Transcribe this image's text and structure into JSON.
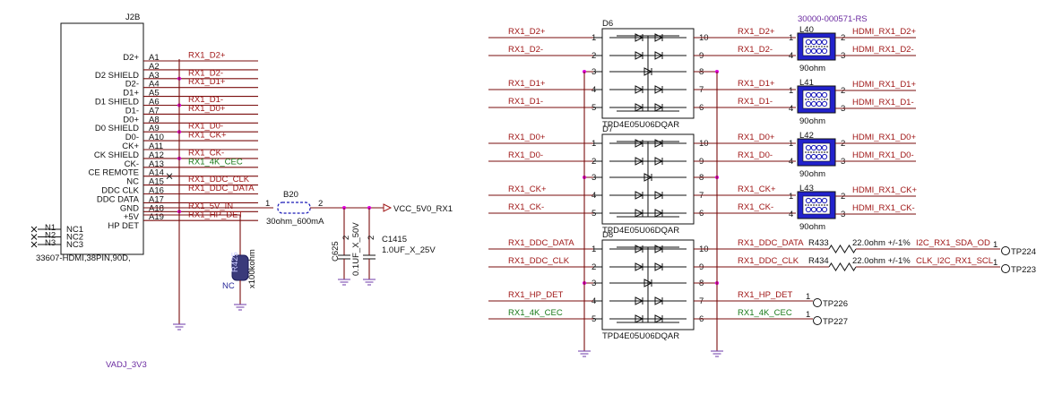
{
  "colors": {
    "wire": "#7a0d0d",
    "net_red": "#a01818",
    "net_green": "#1a7a1a",
    "junction": "#e000e0",
    "ground": "#7a4ab0",
    "ferrite": "#1a1ab8"
  },
  "connector": {
    "ref": "J2B",
    "part": "33607-HDMI,38PIN,90D,",
    "pins": [
      {
        "pin": "A1",
        "name": "D2+",
        "net": "RX1_D2+",
        "net_color": "red"
      },
      {
        "pin": "A2",
        "name": "",
        "net": "",
        "net_color": "red"
      },
      {
        "pin": "A3",
        "name": "D2 SHIELD",
        "net": "RX1_D2-",
        "net_color": "red"
      },
      {
        "pin": "A4",
        "name": "D2-",
        "net": "RX1_D1+",
        "net_color": "red"
      },
      {
        "pin": "A5",
        "name": "D1+",
        "net": "",
        "net_color": "red"
      },
      {
        "pin": "A6",
        "name": "D1 SHIELD",
        "net": "RX1_D1-",
        "net_color": "red"
      },
      {
        "pin": "A7",
        "name": "D1-",
        "net": "RX1_D0+",
        "net_color": "red"
      },
      {
        "pin": "A8",
        "name": "D0+",
        "net": "",
        "net_color": "red"
      },
      {
        "pin": "A9",
        "name": "D0 SHIELD",
        "net": "RX1_D0-",
        "net_color": "red"
      },
      {
        "pin": "A10",
        "name": "D0-",
        "net": "RX1_CK+",
        "net_color": "red"
      },
      {
        "pin": "A11",
        "name": "CK+",
        "net": "",
        "net_color": "red"
      },
      {
        "pin": "A12",
        "name": "CK SHIELD",
        "net": "RX1_CK-",
        "net_color": "red"
      },
      {
        "pin": "A13",
        "name": "CK-",
        "net": "RX1_4K_CEC",
        "net_color": "green"
      },
      {
        "pin": "A14",
        "name": "CE REMOTE",
        "net": "",
        "net_color": "red"
      },
      {
        "pin": "A15",
        "name": "NC",
        "net": "RX1_DDC_CLK",
        "net_color": "red"
      },
      {
        "pin": "A16",
        "name": "DDC CLK",
        "net": "RX1_DDC_DATA",
        "net_color": "red"
      },
      {
        "pin": "A17",
        "name": "DDC DATA",
        "net": "",
        "net_color": "red"
      },
      {
        "pin": "A18",
        "name": "GND",
        "net": "RX1_5V_IN",
        "net_color": "red"
      },
      {
        "pin": "A19",
        "name": "+5V",
        "net": "RX1_HP_DET",
        "net_color": "red"
      },
      {
        "pin": "",
        "name": "HP DET",
        "net": "",
        "net_color": "red"
      }
    ],
    "nc_pins": [
      {
        "pin": "N1",
        "name": "NC1"
      },
      {
        "pin": "N2",
        "name": "NC2"
      },
      {
        "pin": "N3",
        "name": "NC3"
      }
    ]
  },
  "ferrite_bead": {
    "ref": "B20",
    "value": "30ohm_600mA",
    "pin1": "1",
    "pin2": "2",
    "out_net": "VCC_5V0_RX1"
  },
  "caps": [
    {
      "ref": "C625",
      "value": "0.1UF_X_50V",
      "pin": "2"
    },
    {
      "ref": "C1415",
      "value": "1.0UF_X_25V",
      "pin": "2"
    }
  ],
  "nc_part": {
    "ref": "R425",
    "value": "x100kohm",
    "label": "NC"
  },
  "power_label": "VADJ_3V3",
  "tvs_pins": {
    "left": [
      "1",
      "2",
      "3",
      "4",
      "5"
    ],
    "right": [
      "10",
      "9",
      "8",
      "7",
      "6"
    ]
  },
  "tvs": [
    {
      "ref": "D6",
      "part": "TPD4E05U06DQAR",
      "left": [
        {
          "net": "RX1_D2+",
          "color": "red"
        },
        {
          "net": "RX1_D2-",
          "color": "red"
        },
        {
          "net": "",
          "color": "red"
        },
        {
          "net": "RX1_D1+",
          "color": "red"
        },
        {
          "net": "RX1_D1-",
          "color": "red"
        }
      ],
      "right": [
        {
          "net": "RX1_D2+",
          "color": "red"
        },
        {
          "net": "RX1_D2-",
          "color": "red"
        },
        {
          "net": "",
          "color": "red"
        },
        {
          "net": "RX1_D1+",
          "color": "red"
        },
        {
          "net": "RX1_D1-",
          "color": "red"
        }
      ]
    },
    {
      "ref": "D7",
      "part": "TPD4E05U06DQAR",
      "left": [
        {
          "net": "RX1_D0+",
          "color": "red"
        },
        {
          "net": "RX1_D0-",
          "color": "red"
        },
        {
          "net": "",
          "color": "red"
        },
        {
          "net": "RX1_CK+",
          "color": "red"
        },
        {
          "net": "RX1_CK-",
          "color": "red"
        }
      ],
      "right": [
        {
          "net": "RX1_D0+",
          "color": "red"
        },
        {
          "net": "RX1_D0-",
          "color": "red"
        },
        {
          "net": "",
          "color": "red"
        },
        {
          "net": "RX1_CK+",
          "color": "red"
        },
        {
          "net": "RX1_CK-",
          "color": "red"
        }
      ]
    },
    {
      "ref": "D8",
      "part": "TPD4E05U06DQAR",
      "left": [
        {
          "net": "RX1_DDC_DATA",
          "color": "red"
        },
        {
          "net": "RX1_DDC_CLK",
          "color": "red"
        },
        {
          "net": "",
          "color": "red"
        },
        {
          "net": "RX1_HP_DET",
          "color": "red"
        },
        {
          "net": "RX1_4K_CEC",
          "color": "green"
        }
      ],
      "right": [
        {
          "net": "RX1_DDC_DATA",
          "color": "red"
        },
        {
          "net": "RX1_DDC_CLK",
          "color": "red"
        },
        {
          "net": "",
          "color": "red"
        },
        {
          "net": "RX1_HP_DET",
          "color": "red"
        },
        {
          "net": "RX1_4K_CEC",
          "color": "green"
        }
      ]
    }
  ],
  "common_mode_chokes": {
    "part": "30000-000571-RS",
    "value": "90ohm",
    "items": [
      {
        "ref": "L40",
        "in": [
          "RX1_D2+",
          "RX1_D2-"
        ],
        "out": [
          "HDMI_RX1_D2+",
          "HDMI_RX1_D2-"
        ],
        "pins": [
          "1",
          "4",
          "2",
          "3"
        ]
      },
      {
        "ref": "L41",
        "in": [
          "RX1_D1+",
          "RX1_D1-"
        ],
        "out": [
          "HDMI_RX1_D1+",
          "HDMI_RX1_D1-"
        ],
        "pins": [
          "1",
          "4",
          "2",
          "3"
        ]
      },
      {
        "ref": "L42",
        "in": [
          "RX1_D0+",
          "RX1_D0-"
        ],
        "out": [
          "HDMI_RX1_D0+",
          "HDMI_RX1_D0-"
        ],
        "pins": [
          "1",
          "4",
          "2",
          "3"
        ]
      },
      {
        "ref": "L43",
        "in": [
          "RX1_CK+",
          "RX1_CK-"
        ],
        "out": [
          "HDMI_RX1_CK+",
          "HDMI_RX1_CK-"
        ],
        "pins": [
          "1",
          "4",
          "2",
          "3"
        ]
      }
    ]
  },
  "resistors": [
    {
      "ref": "R433",
      "value": "22.0ohm +/-1%",
      "out_net": "I2C_RX1_SDA_OD",
      "tp": "TP224",
      "tp_pin": "1"
    },
    {
      "ref": "R434",
      "value": "22.0ohm +/-1%",
      "out_net": "CLK_I2C_RX1_SCL",
      "tp": "TP223",
      "tp_pin": "1"
    }
  ],
  "test_points": [
    {
      "ref": "TP226",
      "pin": "1"
    },
    {
      "ref": "TP227",
      "pin": "1"
    }
  ]
}
